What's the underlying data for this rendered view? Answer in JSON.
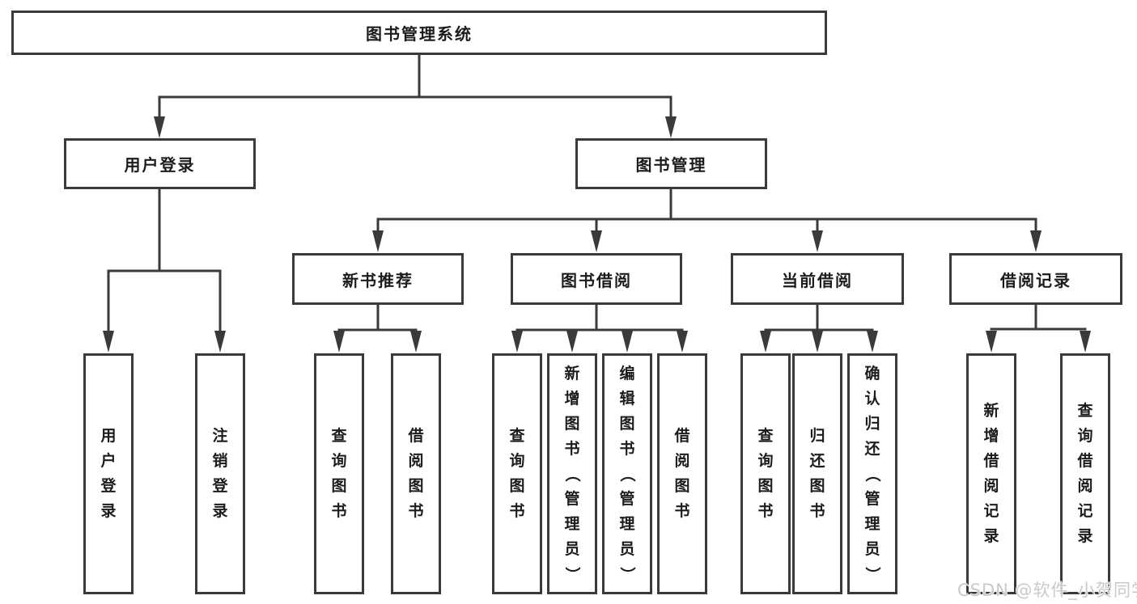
{
  "diagram": {
    "title": "图书管理系统",
    "nodes": {
      "root": {
        "label": "图书管理系统",
        "level": 1
      },
      "user_login": {
        "label": "用户登录",
        "level": 2
      },
      "book_mgmt": {
        "label": "图书管理",
        "level": 2
      },
      "new_book": {
        "label": "新书推荐",
        "level": 3
      },
      "book_borrow": {
        "label": "图书借阅",
        "level": 3
      },
      "current_borrow": {
        "label": "当前借阅",
        "level": 3
      },
      "borrow_record": {
        "label": "借阅记录",
        "level": 3
      },
      "leaf_user_login": {
        "label": "用户登录",
        "level": 4
      },
      "leaf_logout": {
        "label": "注销登录",
        "level": 4
      },
      "leaf_nb_query": {
        "label": "查询图书",
        "level": 4
      },
      "leaf_nb_borrow": {
        "label": "借阅图书",
        "level": 4
      },
      "leaf_bb_query": {
        "label": "查询图书",
        "level": 4
      },
      "leaf_bb_add": {
        "label": "新增图书（管理员）",
        "level": 4
      },
      "leaf_bb_edit": {
        "label": "编辑图书（管理员）",
        "level": 4
      },
      "leaf_bb_borrow": {
        "label": "借阅图书",
        "level": 4
      },
      "leaf_cb_query": {
        "label": "查询图书",
        "level": 4
      },
      "leaf_cb_return": {
        "label": "归还图书",
        "level": 4
      },
      "leaf_cb_confirm": {
        "label": "确认归还（管理员）",
        "level": 4
      },
      "leaf_br_add": {
        "label": "新增借阅记录",
        "level": 4
      },
      "leaf_br_query": {
        "label": "查询借阅记录",
        "level": 4
      }
    },
    "tree": {
      "root": [
        "user_login",
        "book_mgmt"
      ],
      "user_login": [
        "leaf_user_login",
        "leaf_logout"
      ],
      "book_mgmt": [
        "new_book",
        "book_borrow",
        "current_borrow",
        "borrow_record"
      ],
      "new_book": [
        "leaf_nb_query",
        "leaf_nb_borrow"
      ],
      "book_borrow": [
        "leaf_bb_query",
        "leaf_bb_add",
        "leaf_bb_edit",
        "leaf_bb_borrow"
      ],
      "current_borrow": [
        "leaf_cb_query",
        "leaf_cb_return",
        "leaf_cb_confirm"
      ],
      "borrow_record": [
        "leaf_br_add",
        "leaf_br_query"
      ]
    },
    "watermark": "CSDN @软件_小贺同学",
    "colors": {
      "line": "#3a3a3a",
      "text": "#1c1c1c",
      "watermark": "#c9c9c9",
      "background": "#ffffff"
    }
  }
}
